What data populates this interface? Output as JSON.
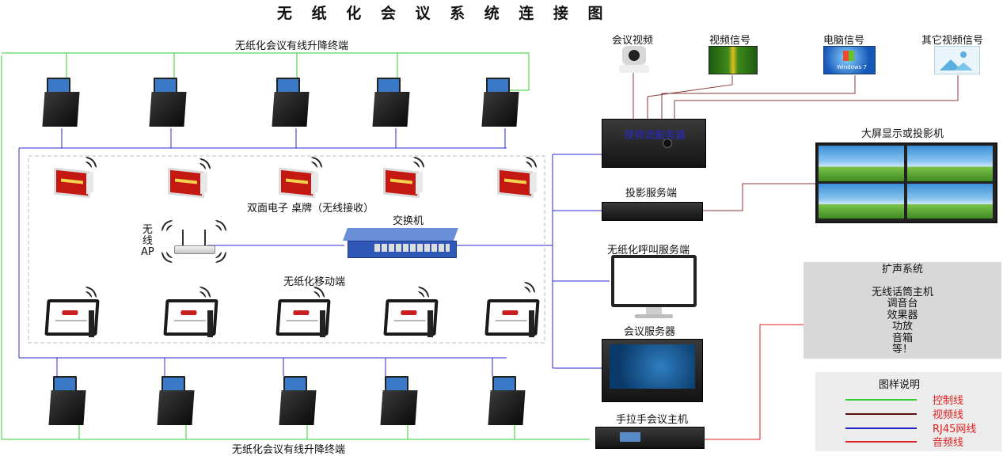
{
  "title": "无 纸 化 会 议 系 统 连 接 图",
  "labels": {
    "top_lift": "无纸化会议有线升降终端",
    "bottom_lift": "无纸化会议有线升降终端",
    "nameplate": "双面电子 桌牌（无线接收）",
    "switch": "交换机",
    "ap": "无\n线\nAP",
    "mobile": "无纸化移动端",
    "conf_video": "会议视频",
    "video_signal": "视频信号",
    "pc_signal": "电脑信号",
    "other_video": "其它视频信号",
    "stream_server": "视频流服务器",
    "display": "大屏显示或投影机",
    "projection_server": "投影服务端",
    "call_server": "无纸化呼叫服务端",
    "conf_server": "会议服务器",
    "handpull_host": "手拉手会议主机",
    "os_caption": "Windows 7"
  },
  "pa_system": {
    "title": "扩声系统",
    "items": [
      "无线话筒主机",
      "调音台",
      "效果器",
      "功放",
      "音箱",
      "等！"
    ]
  },
  "legend": {
    "title": "图样说明",
    "items": [
      {
        "label": "控制线",
        "color": "#33cc33"
      },
      {
        "label": "视频线",
        "color": "#5a1010"
      },
      {
        "label": "RJ45网线",
        "color": "#2222cc"
      },
      {
        "label": "音频线",
        "color": "#dd2222"
      }
    ]
  },
  "colors": {
    "control": "#33cc33",
    "video": "#8b3a3a",
    "network": "#2a2ad0",
    "audio": "#dd2222",
    "label_red": "#e02020"
  }
}
